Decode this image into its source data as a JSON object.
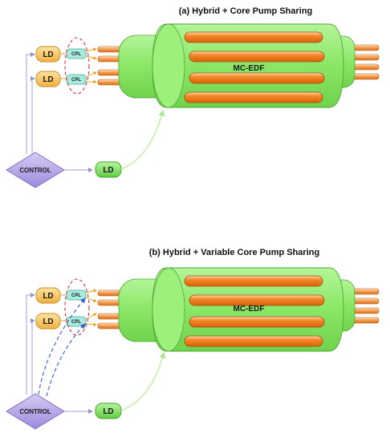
{
  "colors": {
    "fiber_green": "#8ee86a",
    "core_orange": "#f07a1a",
    "ld_orange": "#f7c460",
    "ld_green": "#7fe06a",
    "control_purple": "#b9a8e8",
    "cpl_teal": "#a8ece0",
    "arrow_purple": "#a89bd8",
    "arrow_green": "#b6ef98",
    "dashed_blue": "#3a5fcc",
    "ellipse_red": "#d9303a"
  },
  "panels": [
    {
      "title": "(a)  Hybrid + Core Pump Sharing",
      "fiber_label": "MC-EDF",
      "ld_labels": [
        "LD",
        "LD"
      ],
      "cpl_labels": [
        "CPL",
        "CPL"
      ],
      "control_label": "CONTROL",
      "ld_bottom_label": "LD"
    },
    {
      "title": "(b)  Hybrid + Variable Core Pump Sharing",
      "fiber_label": "MC-EDF",
      "ld_labels": [
        "LD",
        "LD"
      ],
      "cpl_labels": [
        "CPL",
        "CPL"
      ],
      "control_label": "CONTROL",
      "ld_bottom_label": "LD"
    }
  ]
}
